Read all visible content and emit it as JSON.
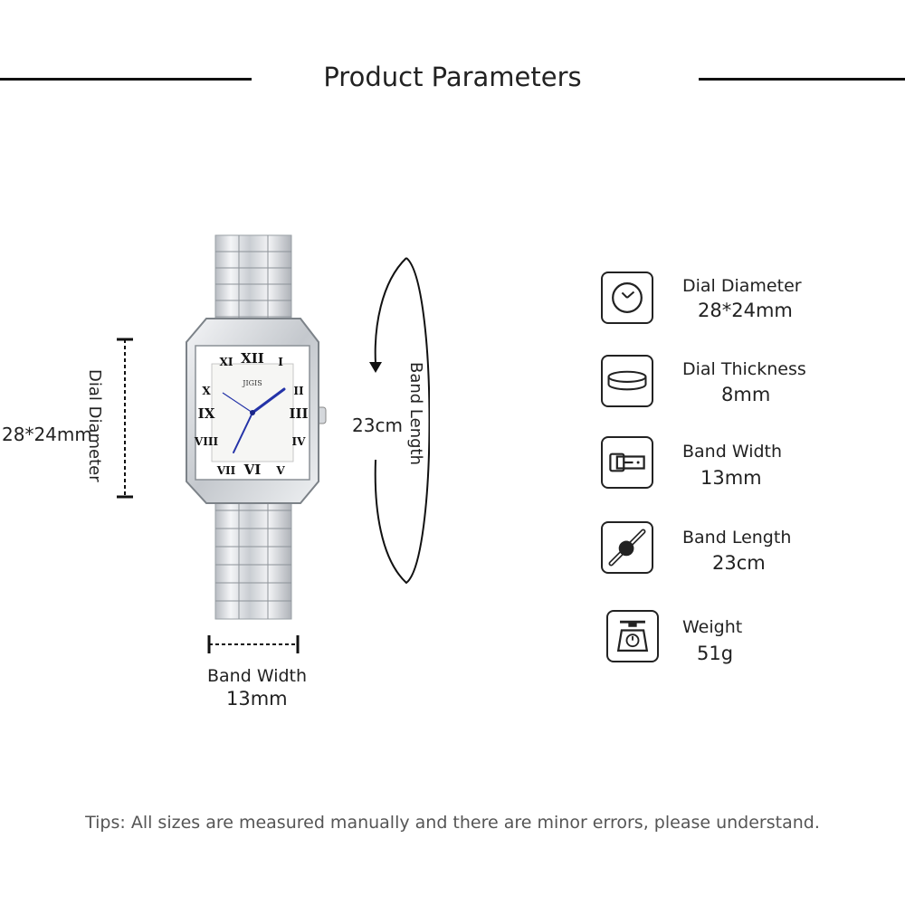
{
  "header": {
    "title": "Product Parameters"
  },
  "watch": {
    "brand": "JIGIS"
  },
  "dimensions": {
    "dial_label": "Dial Diameter",
    "dial_value": "28*24mm",
    "band_length_label": "Band Length",
    "band_length_value": "23cm",
    "band_width_label": "Band Width",
    "band_width_value": "13mm"
  },
  "specs": [
    {
      "name": "Dial Diameter",
      "value": "28*24mm",
      "icon": "watch-face-icon"
    },
    {
      "name": "Dial Thickness",
      "value": "8mm",
      "icon": "dial-thickness-icon"
    },
    {
      "name": "Band Width",
      "value": "13mm",
      "icon": "band-buckle-icon"
    },
    {
      "name": "Band Length",
      "value": "23cm",
      "icon": "band-length-icon"
    },
    {
      "name": "Weight",
      "value": "51g",
      "icon": "scale-icon"
    }
  ],
  "footer": {
    "tips": "Tips: All sizes are measured manually and there are minor errors, please understand."
  }
}
